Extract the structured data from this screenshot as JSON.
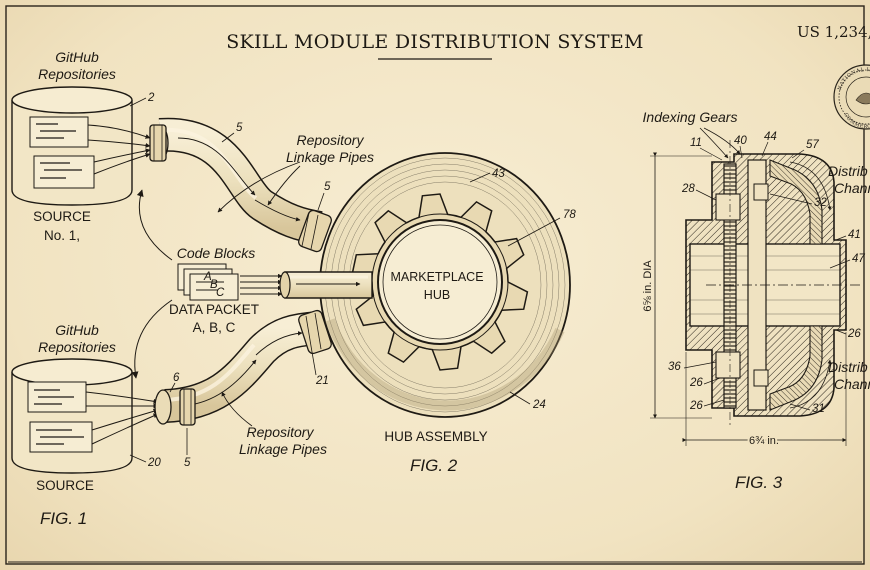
{
  "title": "SKILL MODULE DISTRIBUTION SYSTEM",
  "patent_number": "US 1,234,",
  "seal": {
    "top_text": "NATIONAL INSTITUTE",
    "bottom_text": "COMMERCE"
  },
  "fig1": {
    "caption": "FIG. 1",
    "source1": {
      "heading_line1": "GitHub",
      "heading_line2": "Repositories",
      "label_line1": "SOURCE",
      "label_line2": "No. 1,",
      "ref": "2"
    },
    "source2": {
      "heading_line1": "GitHub",
      "heading_line2": "Repositories",
      "label": "SOURCE",
      "ref": "20"
    },
    "pipe_top_refs": {
      "a": "5",
      "b": "5"
    },
    "pipe_bottom_refs": {
      "a": "6",
      "b": "5",
      "c": "21"
    },
    "pipe_label_top_line1": "Repository",
    "pipe_label_top_line2": "Linkage Pipes",
    "pipe_label_bottom_line1": "Repository",
    "pipe_label_bottom_line2": "Linkage Pipes",
    "code_blocks_label": "Code Blocks",
    "packet_letters": [
      "A",
      "B",
      "C"
    ],
    "data_packet_line1": "DATA PACKET",
    "data_packet_line2": "A, B, C"
  },
  "fig2": {
    "caption": "FIG. 2",
    "assembly_label": "HUB ASSEMBLY",
    "hub_line1": "MARKETPLACE",
    "hub_line2": "HUB",
    "refs": {
      "housing": "43",
      "gear": "78",
      "base": "24"
    }
  },
  "fig3": {
    "caption": "FIG. 3",
    "indexing_label": "Indexing Gears",
    "distrib_label_top_line1": "Distrib",
    "distrib_label_top_line2": "Chann",
    "distrib_label_bottom_line1": "Distrib",
    "distrib_label_bottom_line2": "Chann",
    "dia_label": "6⅝ in. DIA",
    "width_label": "6¾ in.",
    "refs": [
      "11",
      "40",
      "44",
      "57",
      "28",
      "32",
      "41",
      "47",
      "26",
      "36",
      "26",
      "26",
      "31"
    ]
  }
}
